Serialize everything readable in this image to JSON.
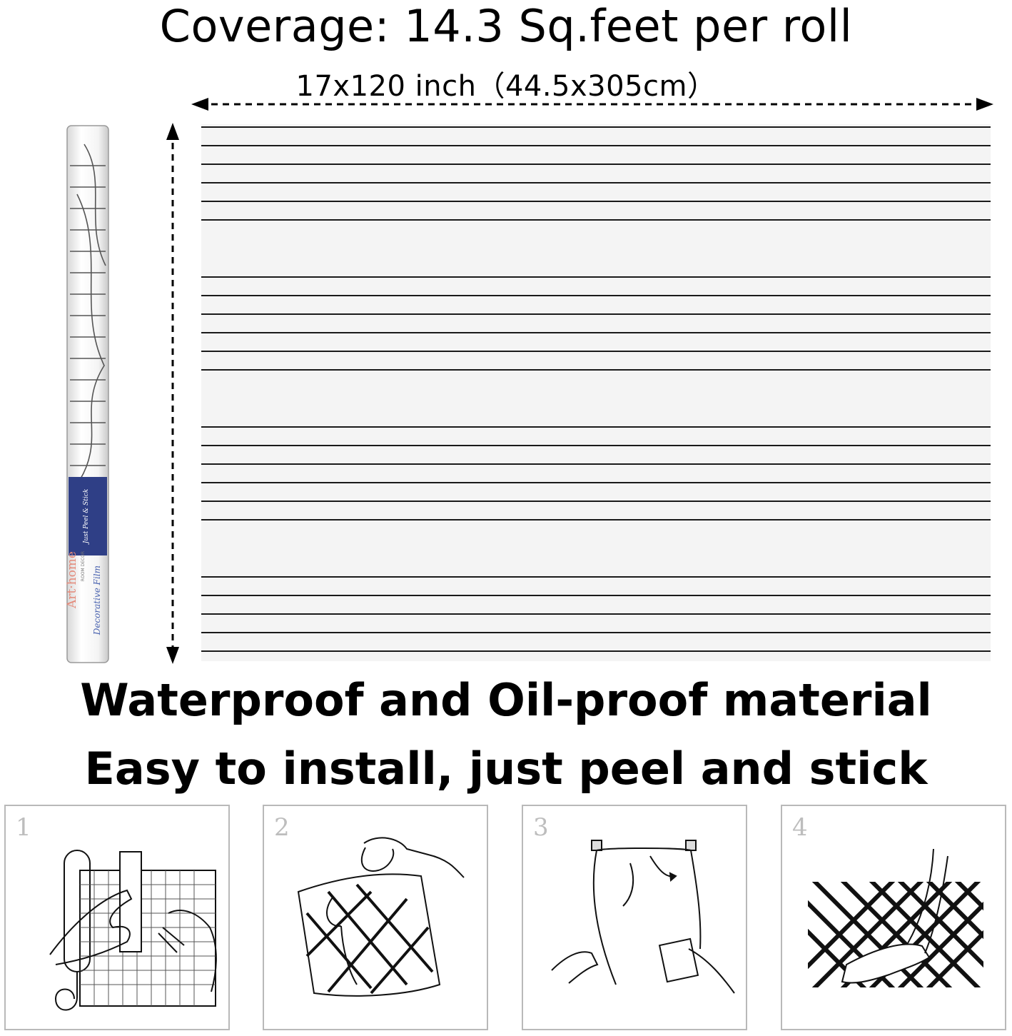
{
  "coverage_title": "Coverage: 14.3 Sq.feet per roll",
  "dimensions": "17x120 inch（44.5x305cm）",
  "feature_1": "Waterproof and Oil-proof material",
  "feature_2": "Easy to install, just peel and stick",
  "roll_label": {
    "brand": "Art·home",
    "brand_sub": "ROOM DECOR",
    "product": "Decorative Film",
    "tag": "Just Peel & Stick"
  },
  "steps": [
    {
      "number": "1"
    },
    {
      "number": "2"
    },
    {
      "number": "3"
    },
    {
      "number": "4"
    }
  ],
  "colors": {
    "background": "#ffffff",
    "pattern_bg": "#f4f4f4",
    "pattern_line": "#1a1a1a",
    "label_navy": "#2f3f86",
    "text": "#000000"
  }
}
